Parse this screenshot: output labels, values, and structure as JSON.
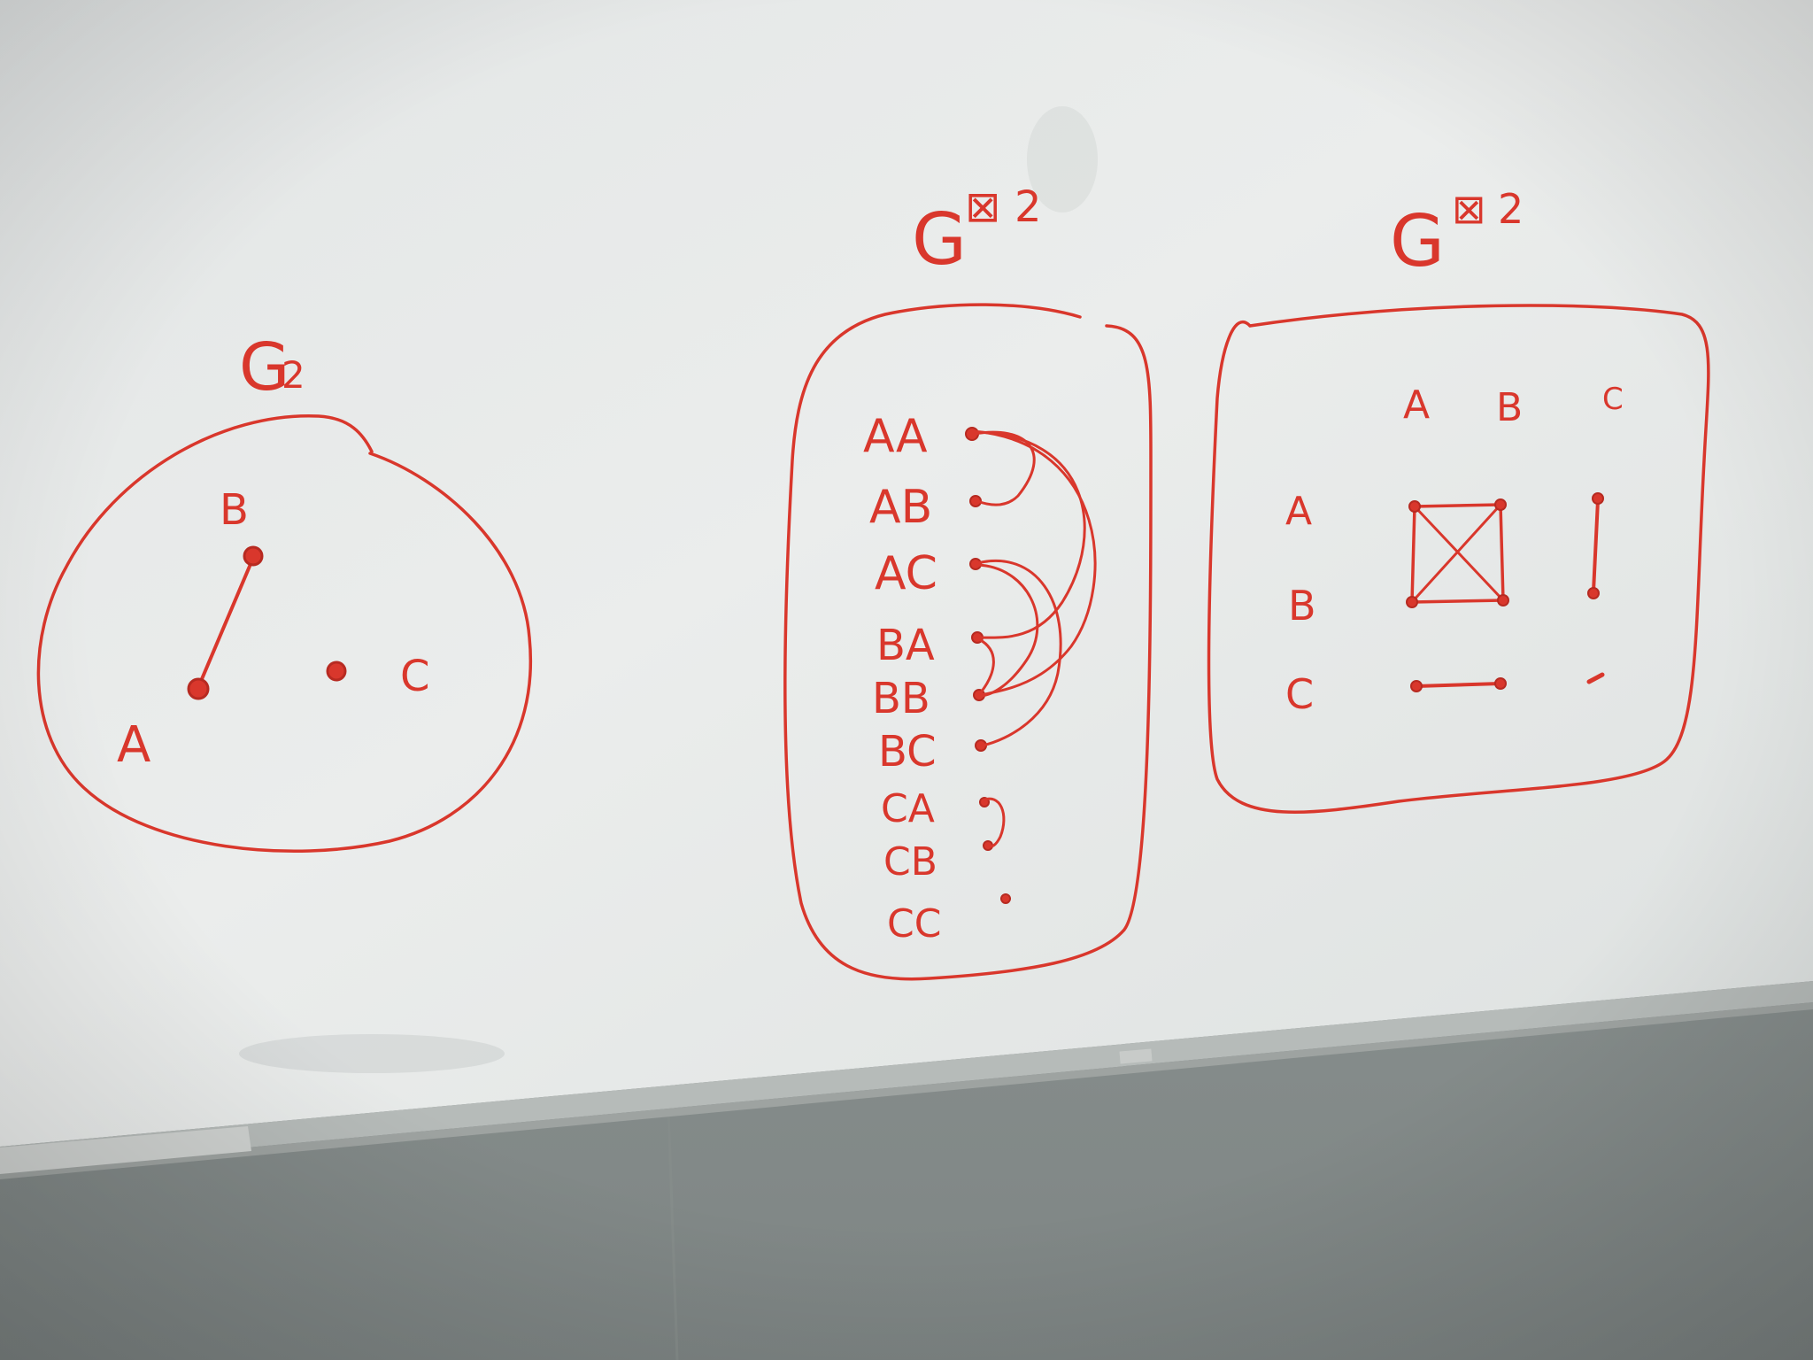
{
  "whiteboard": {
    "graph_g": {
      "title": "G",
      "subscript": "2",
      "vertices": [
        "A",
        "B",
        "C"
      ]
    },
    "tensor_list": {
      "title": "G",
      "operator": "⊠",
      "power": "2",
      "labels": [
        "AA",
        "AB",
        "AC",
        "BA",
        "BB",
        "BC",
        "CA",
        "CB",
        "CC"
      ]
    },
    "tensor_grid": {
      "title": "G",
      "operator": "⊠",
      "power": "2",
      "column_headers": [
        "A",
        "B",
        "C"
      ],
      "row_headers": [
        "A",
        "B",
        "C"
      ]
    }
  },
  "colors": {
    "marker_ink": "#d9372c",
    "board": "#e6e9e8",
    "wall": "#8a8f8e",
    "tray": "#b9bdbb"
  }
}
